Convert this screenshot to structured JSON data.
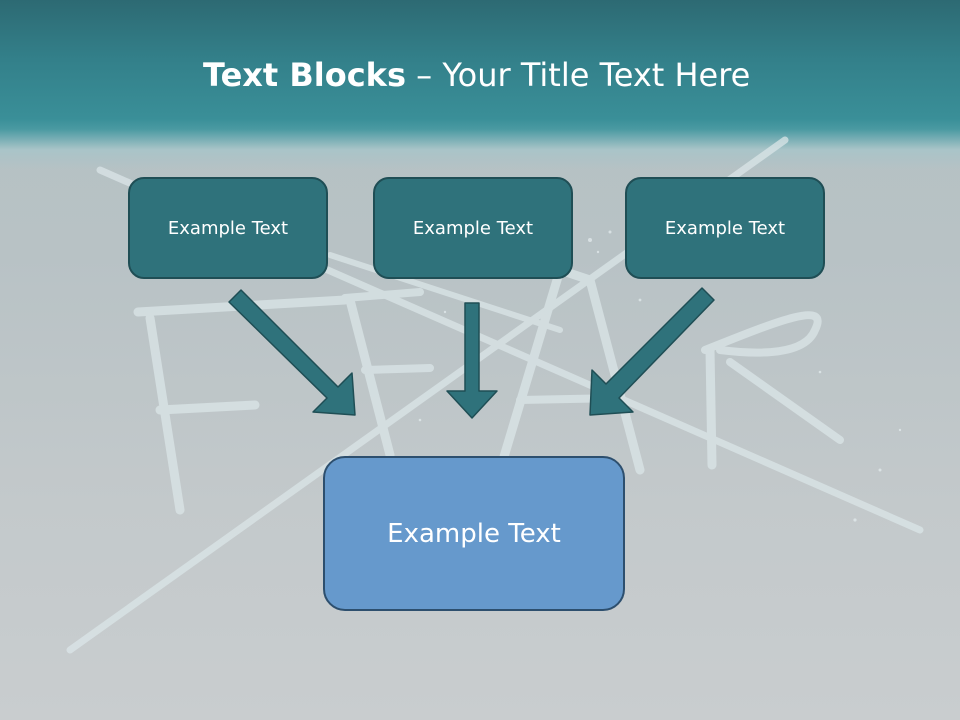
{
  "slide": {
    "title_bold": "Text Blocks",
    "title_separator": " – ",
    "title_rest": "Your Title Text Here",
    "background_word": "FEAR"
  },
  "diagram": {
    "top_boxes": [
      {
        "label": "Example Text"
      },
      {
        "label": "Example Text"
      },
      {
        "label": "Example Text"
      }
    ],
    "bottom_box": {
      "label": "Example Text"
    }
  },
  "colors": {
    "header": "#33808a",
    "top_box_fill": "#2f727b",
    "top_box_border": "#1f4e55",
    "bottom_box_fill": "#6699cc",
    "bottom_box_border": "#2d4f6e",
    "arrow_fill": "#2f727b",
    "text": "#ffffff"
  }
}
